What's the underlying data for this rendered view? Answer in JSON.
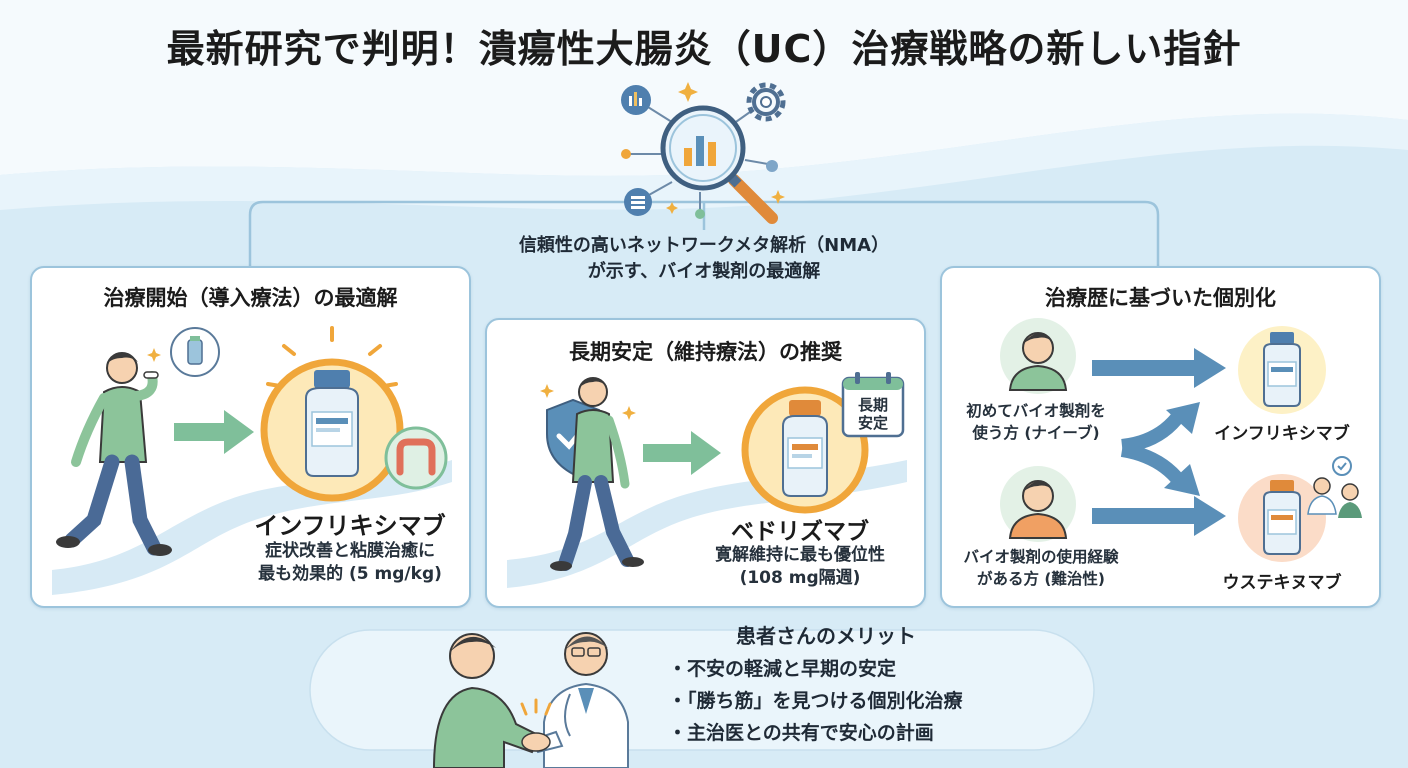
{
  "title": "最新研究で判明！潰瘍性大腸炎（UC）治療戦略の新しい指針",
  "center_caption": {
    "line1": "信頼性の高いネットワークメタ解析（NMA）",
    "line2": "が示す、バイオ製剤の最適解"
  },
  "induction": {
    "title": "治療開始（導入療法）の最適解",
    "drug": "インフリキシマブ",
    "desc_line1": "症状改善と粘膜治癒に",
    "desc_line2": "最も効果的 (5 mg/kg)"
  },
  "maintenance": {
    "title": "長期安定（維持療法）の推奨",
    "calendar_line1": "長期",
    "calendar_line2": "安定",
    "drug": "ベドリズマブ",
    "desc_line1": "寛解維持に最も優位性",
    "desc_line2": "(108 mg隔週)"
  },
  "personalized": {
    "title": "治療歴に基づいた個別化",
    "naive_line1": "初めてバイオ製剤を",
    "naive_line2": "使う方 (ナイーブ)",
    "experienced_line1": "バイオ製剤の使用経験",
    "experienced_line2": "がある方 (難治性)",
    "drug1": "インフリキシマブ",
    "drug2": "ウステキヌマブ"
  },
  "benefits": {
    "title": "患者さんのメリット",
    "items": [
      "・不安の軽減と早期の安定",
      "・「勝ち筋」を見つける個別化治療",
      "・主治医との共有で安心の計画"
    ]
  },
  "colors": {
    "card_border": "#9cc4dc",
    "arrow_green": "#7fbf9a",
    "arrow_blue": "#5a8fb8",
    "accent_orange": "#f0a63a",
    "shirt_green": "#8cc49a"
  }
}
